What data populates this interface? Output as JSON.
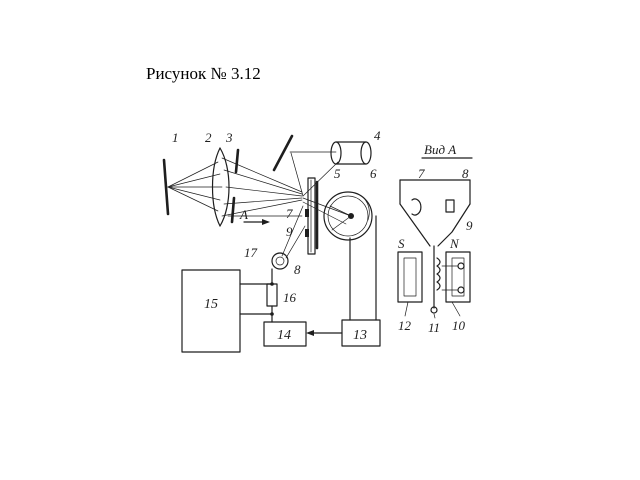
{
  "caption": "Рисунок № 3.12",
  "colors": {
    "ink": "#1e1e1e",
    "background": "#ffffff"
  },
  "labels": {
    "n1": "1",
    "n2": "2",
    "n3": "3",
    "n4": "4",
    "n5": "5",
    "n6": "6",
    "n7": "7",
    "n8": "8",
    "n9": "9",
    "n10": "10",
    "n11": "11",
    "n12": "12",
    "n13": "13",
    "n14": "14",
    "n15": "15",
    "n16": "16",
    "n17": "17",
    "arrow_a": "A",
    "view_title": "Вид А",
    "view_n7": "7",
    "view_n8": "8",
    "view_n9": "9",
    "pole_s": "S",
    "pole_n": "N"
  }
}
